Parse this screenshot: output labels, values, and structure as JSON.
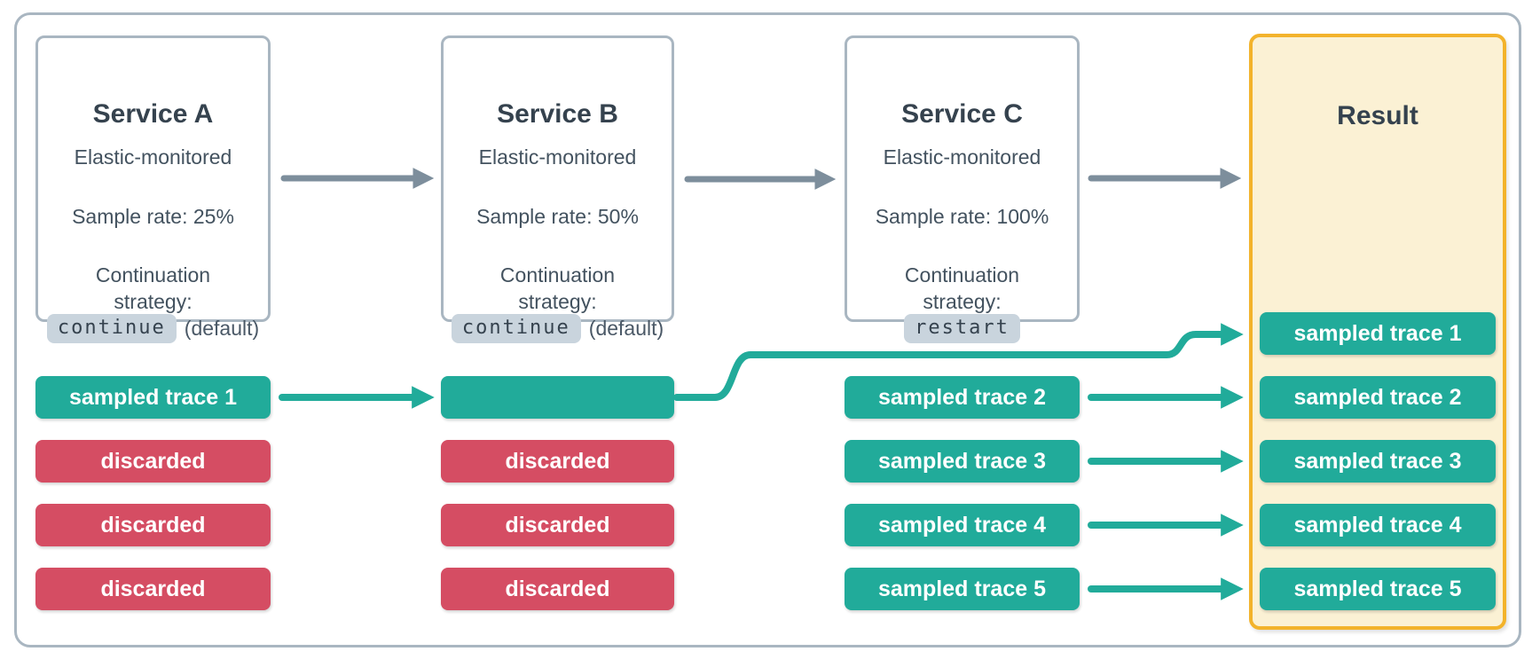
{
  "diagram": {
    "services": [
      {
        "name": "Service A",
        "monitored": "Elastic-monitored",
        "sample_rate": "Sample rate: 25%",
        "continuation_label": "Continuation strategy:",
        "strategy_code": "continue",
        "strategy_suffix": "(default)"
      },
      {
        "name": "Service B",
        "monitored": "Elastic-monitored",
        "sample_rate": "Sample rate: 50%",
        "continuation_label": "Continuation strategy:",
        "strategy_code": "continue",
        "strategy_suffix": "(default)"
      },
      {
        "name": "Service C",
        "monitored": "Elastic-monitored",
        "sample_rate": "Sample rate: 100%",
        "continuation_label": "Continuation strategy:",
        "strategy_code": "restart",
        "strategy_suffix": ""
      }
    ],
    "columns": {
      "a": [
        "sampled trace 1",
        "discarded",
        "discarded",
        "discarded"
      ],
      "b": [
        "",
        "discarded",
        "discarded",
        "discarded"
      ],
      "c": [
        "sampled trace 2",
        "sampled trace 3",
        "sampled trace 4",
        "sampled trace 5"
      ]
    },
    "result": {
      "title": "Result",
      "pills": [
        "sampled trace 1",
        "sampled trace 2",
        "sampled trace 3",
        "sampled trace 4",
        "sampled trace 5"
      ]
    },
    "colors": {
      "sampled_teal": "#21AB9A",
      "discarded_red": "#D54D63",
      "box_border_slate": "#A9B6C1",
      "dark_text": "#35424E",
      "body_text": "#43525F",
      "arrow_gray": "#7D8E9C",
      "badge_bg": "#C9D4DD",
      "result_bg": "#FBF1D4",
      "result_border": "#F3B32B"
    }
  }
}
